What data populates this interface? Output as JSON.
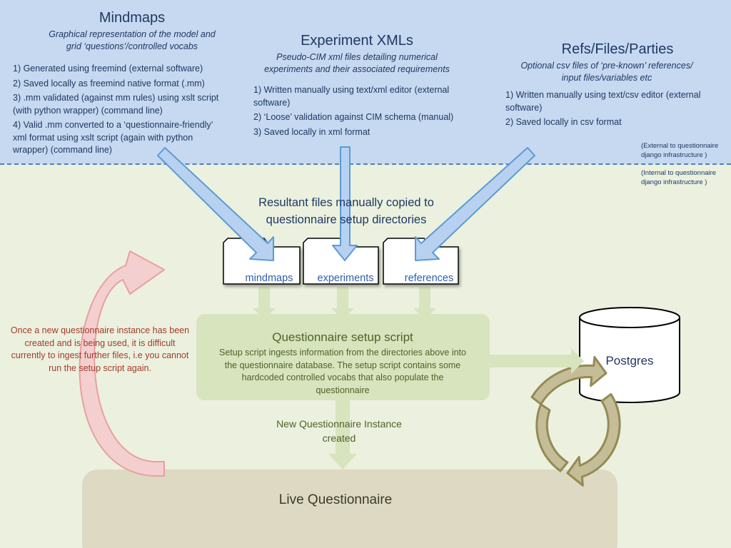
{
  "mindmaps": {
    "title": "Mindmaps",
    "subtitle_line1": "Graphical representation of the model and",
    "subtitle_line2": "grid ‘questions’/controlled vocabs",
    "items": [
      "1) Generated using freemind (external software)",
      "2) Saved locally as freemind native format (.mm)",
      "3) .mm validated (against mm rules) using xslt script (with python wrapper) (command line)",
      "4) Valid .mm converted to a ‘questionnaire-friendly’ xml  format using xslt script (again with python wrapper) (command line)"
    ]
  },
  "experiments": {
    "title": "Experiment XMLs",
    "subtitle_line1": "Pseudo-CIM xml files detailing numerical",
    "subtitle_line2": "experiments and their associated requirements",
    "items": [
      "1) Written manually using text/xml editor (external software)",
      "2) ‘Loose’ validation against CIM schema (manual)",
      "3) Saved locally in xml format"
    ]
  },
  "refs": {
    "title": "Refs/Files/Parties",
    "subtitle_line1": "Optional csv files of  ‘pre-known’ references/",
    "subtitle_line2": "input files/variables etc",
    "items": [
      "1) Written manually using text/csv editor (external software)",
      "2) Saved locally in csv format"
    ]
  },
  "notes": {
    "external": "(External to questionnaire django infrastructure )",
    "internal": "(Internal to questionnaire django infrastructure )"
  },
  "resultant": {
    "line1": "Resultant files manually copied to",
    "line2": "questionnaire setup directories"
  },
  "folders": [
    "mindmaps",
    "experiments",
    "references"
  ],
  "setup": {
    "title": "Questionnaire setup script",
    "description": "Setup script ingests information from the  directories above into the questionnaire database. The setup script contains some hardcoded controlled vocabs that also populate the questionnaire"
  },
  "new_instance": {
    "line1": "New Questionnaire Instance",
    "line2": "created"
  },
  "live": {
    "label": "Live Questionnaire"
  },
  "postgres": {
    "label": "Postgres"
  },
  "warning": {
    "text": "Once a new questionnaire instance has been created and is being used, it is difficult currently to ingest further files, i.e  you cannot run the setup script again."
  },
  "colors": {
    "top_band": "#c6d9f0",
    "bottom_band": "#ebf1de",
    "divider": "#4f81bd",
    "blue_arrow_fill": "#b8d1f1",
    "blue_arrow_stroke": "#5b9bd5",
    "green_box": "#d7e4bd",
    "live_box": "#ddd9c3",
    "red_arrow_fill": "#f4cfcf",
    "red_arrow_stroke": "#e8a0a0",
    "cycle_fill": "#c4bd97",
    "cycle_stroke": "#948a54"
  }
}
